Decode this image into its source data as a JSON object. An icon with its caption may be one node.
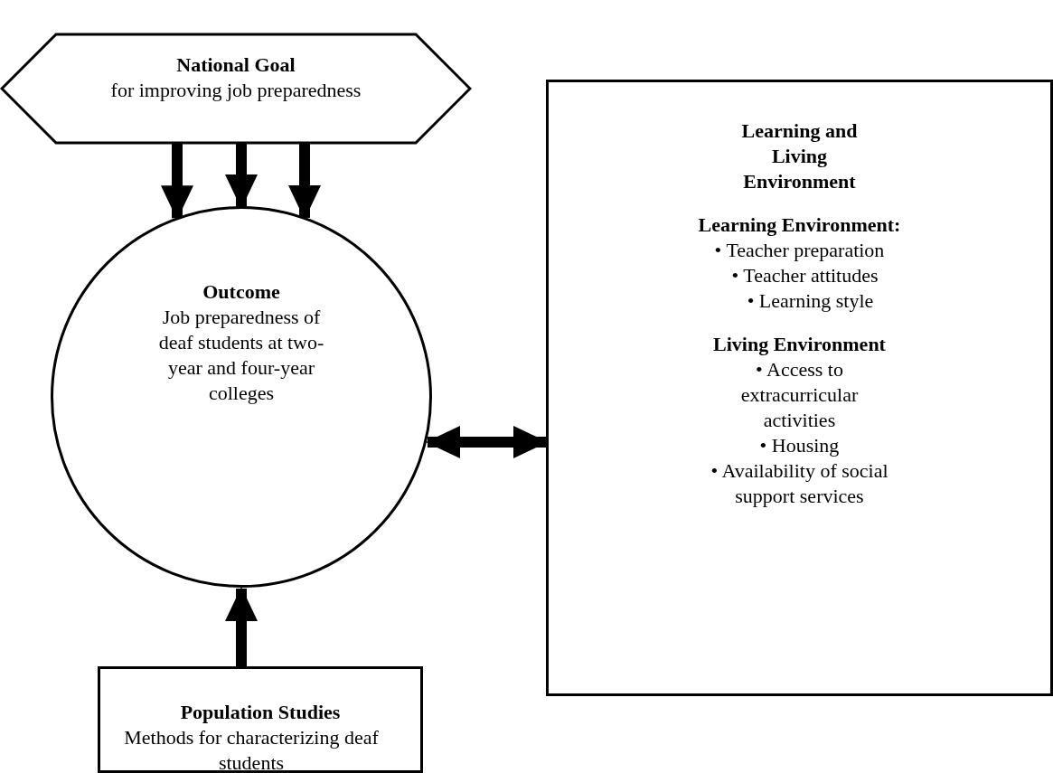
{
  "diagram": {
    "nodes": [
      {
        "text": [
          "National Goal",
          "for improving job preparedness"
        ]
      },
      {
        "text": [
          "Outcome",
          "Job preparedness of deaf students at two-year and four-year colleges"
        ]
      },
      {
        "text": [
          "Learning and Living Environment",
          "Learning Environment:",
          "• Teacher preparation",
          "• Teacher attitudes",
          "• Learning style",
          "Living Environment",
          "• Access to extracurricular activities",
          "• Housing",
          "• Availability of social support services"
        ]
      },
      {
        "text": [
          "Population Studies",
          "Methods for characterizing deaf students"
        ]
      }
    ],
    "edges": [
      {
        "from": 0,
        "to": 1,
        "arrow": "to"
      },
      {
        "from": 0,
        "to": 1,
        "arrow": "to"
      },
      {
        "from": 0,
        "to": 1,
        "arrow": "to"
      },
      {
        "from": 1,
        "to": 2,
        "arrow": "both"
      },
      {
        "from": 3,
        "to": 1,
        "arrow": "to"
      }
    ]
  }
}
